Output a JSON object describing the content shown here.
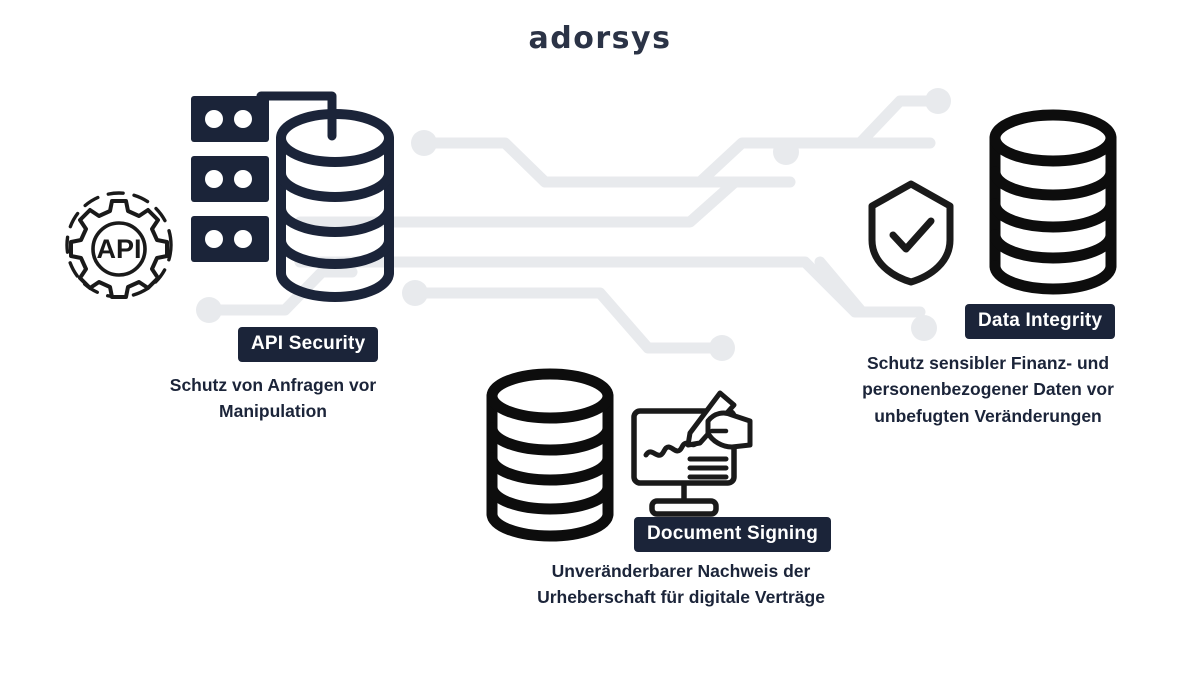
{
  "brand": {
    "logo_text": "adorsys",
    "logo_color": "#2b3346"
  },
  "theme": {
    "background": "#ffffff",
    "navy": "#1b2439",
    "ink": "#1a1a1a",
    "trace_gray": "#e8eaed",
    "badge_bg": "#1b2439",
    "badge_text": "#ffffff",
    "caption_color": "#1b2439"
  },
  "nodes": [
    {
      "id": "api-security",
      "badge_label": "API Security",
      "caption": "Schutz von Anfragen vor\nManipulation",
      "icons": [
        "api-gear-icon",
        "server-rack-icon",
        "database-cylinder-icon"
      ]
    },
    {
      "id": "data-integrity",
      "badge_label": "Data Integrity",
      "caption": "Schutz sensibler Finanz- und\npersonenbezogener Daten vor\nunbefugten Veränderungen",
      "icons": [
        "shield-check-icon",
        "database-cylinder-icon"
      ]
    },
    {
      "id": "document-signing",
      "badge_label": "Document Signing",
      "caption": "Unveränderbarer Nachweis der\nUrheberschaft für digitale Verträge",
      "icons": [
        "database-cylinder-icon",
        "monitor-signing-icon"
      ]
    }
  ],
  "api_gear": {
    "label": "API"
  }
}
